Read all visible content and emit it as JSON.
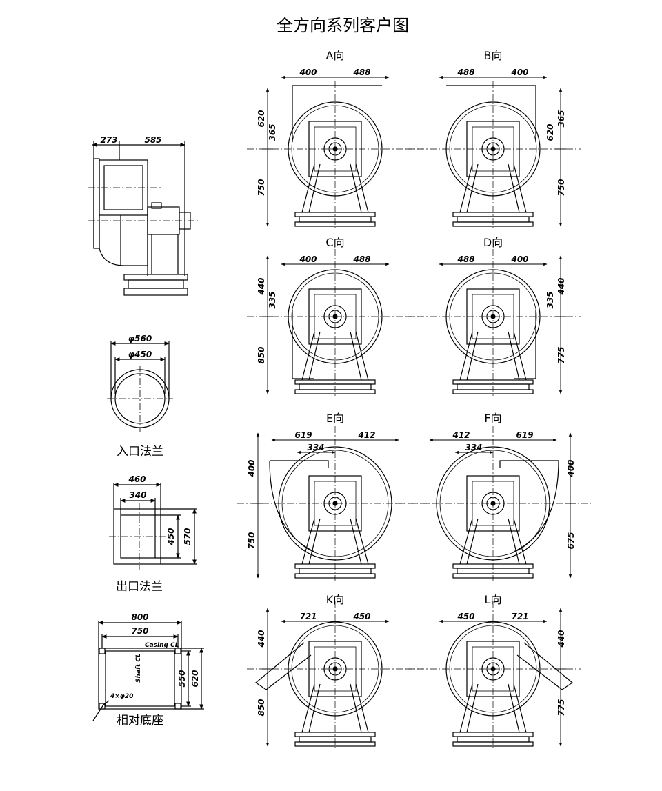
{
  "title": "全方向系列客户图",
  "views": [
    {
      "id": "A",
      "label": "A向",
      "top": [
        "400",
        "488"
      ],
      "left": [
        "620",
        "365",
        "750"
      ],
      "right": []
    },
    {
      "id": "B",
      "label": "B向",
      "top": [
        "488",
        "400"
      ],
      "left": [],
      "right": [
        "365",
        "620",
        "750"
      ]
    },
    {
      "id": "C",
      "label": "C向",
      "top": [
        "400",
        "488"
      ],
      "left": [
        "440",
        "335",
        "850"
      ],
      "right": []
    },
    {
      "id": "D",
      "label": "D向",
      "top": [
        "488",
        "400"
      ],
      "left": [],
      "right": [
        "440",
        "335",
        "775"
      ]
    },
    {
      "id": "E",
      "label": "E向",
      "top": [
        "619",
        "412",
        "334"
      ],
      "left": [
        "400",
        "750"
      ],
      "right": []
    },
    {
      "id": "F",
      "label": "F向",
      "top": [
        "412",
        "619",
        "334"
      ],
      "left": [],
      "right": [
        "400",
        "675"
      ]
    },
    {
      "id": "K",
      "label": "K向",
      "top": [
        "721",
        "450"
      ],
      "left": [
        "440",
        "850"
      ],
      "right": []
    },
    {
      "id": "L",
      "label": "L向",
      "top": [
        "450",
        "721"
      ],
      "left": [],
      "right": [
        "440",
        "775"
      ]
    }
  ],
  "side_view": {
    "dims": [
      "273",
      "585"
    ]
  },
  "inlet_flange": {
    "caption": "入口法兰",
    "dims": [
      "φ560",
      "φ450"
    ]
  },
  "outlet_flange": {
    "caption": "出口法兰",
    "dims": [
      "460",
      "340",
      "450",
      "570"
    ]
  },
  "base": {
    "caption": "相对底座",
    "dims": [
      "800",
      "750",
      "550",
      "620"
    ],
    "notes": [
      "Casing CL",
      "Shaft CL",
      "4×φ20"
    ]
  }
}
